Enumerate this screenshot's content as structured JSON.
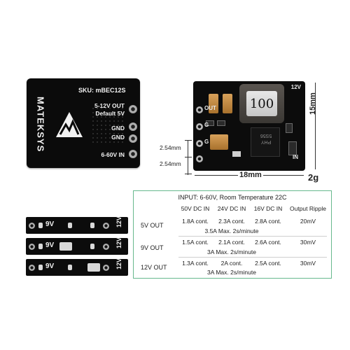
{
  "back_board": {
    "brand": "MATEKSYS",
    "sku": "SKU: mBEC12S",
    "out_line1": "5-12V OUT",
    "out_line2": "Default 5V",
    "gnd1": "GND",
    "gnd2": "GND",
    "input": "6-60V IN"
  },
  "front_board": {
    "inductor_marking": "100",
    "chip_marking": "PHY\n5S56",
    "label_12v": "12V",
    "pin_out": "OUT",
    "pin_g1": "G",
    "pin_g2": "G",
    "pin_in": "IN"
  },
  "dimensions": {
    "pitch1": "2.54mm",
    "pitch2": "2.54mm",
    "height": "15mm",
    "width": "18mm",
    "weight": "2g"
  },
  "spec_table": {
    "title": "INPUT: 6-60V,  Room Temperature 22C",
    "headers": [
      "50V DC IN",
      "24V DC IN",
      "16V DC IN",
      "Output Ripple"
    ],
    "rows": [
      {
        "label": "5V OUT",
        "cells": [
          "1.8A cont.",
          "2.3A cont.",
          "2.8A cont.",
          "20mV"
        ],
        "max": "3.5A Max.  2s/minute"
      },
      {
        "label": "9V OUT",
        "cells": [
          "1.5A cont.",
          "2.1A cont.",
          "2.6A cont.",
          "30mV"
        ],
        "max": "3A Max.  2s/minute"
      },
      {
        "label": "12V OUT",
        "cells": [
          "1.3A cont.",
          "2A cont.",
          "2.5A cont.",
          "30mV"
        ],
        "max": "3A Max.  2s/minute"
      }
    ]
  },
  "strips": [
    {
      "tag": "9V",
      "v12": "12V"
    },
    {
      "tag": "9V",
      "v12": "12V"
    },
    {
      "tag": "9V",
      "v12": "12V"
    }
  ]
}
